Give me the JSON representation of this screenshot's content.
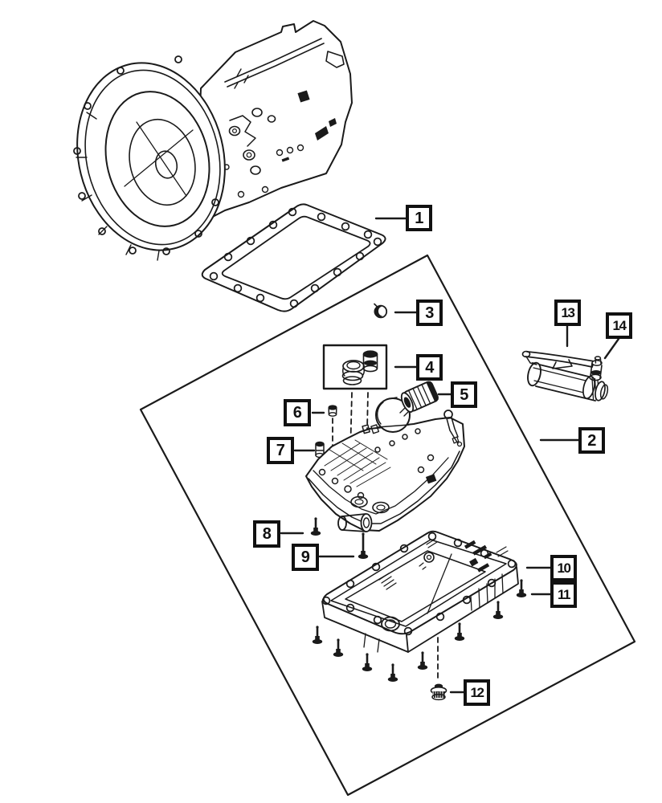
{
  "diagram": {
    "kind": "exploded-parts-diagram",
    "background": "#ffffff",
    "line_color": "#1a1a1a"
  },
  "callouts": [
    {
      "label": "1",
      "part": "pan-gasket"
    },
    {
      "label": "2",
      "part": "valve-body-assembly"
    },
    {
      "label": "3",
      "part": "small-plug"
    },
    {
      "label": "4",
      "part": "seal-grommet-kit"
    },
    {
      "label": "5",
      "part": "filter-cylinder"
    },
    {
      "label": "6",
      "part": "plug-small"
    },
    {
      "label": "7",
      "part": "plug-stepped"
    },
    {
      "label": "8",
      "part": "bolt-short"
    },
    {
      "label": "9",
      "part": "bolt-long"
    },
    {
      "label": "10",
      "part": "oil-pan"
    },
    {
      "label": "11",
      "part": "pan-bolt"
    },
    {
      "label": "12",
      "part": "drain-plug"
    },
    {
      "label": "13",
      "part": "damper-bracket"
    },
    {
      "label": "14",
      "part": "solenoid"
    }
  ]
}
